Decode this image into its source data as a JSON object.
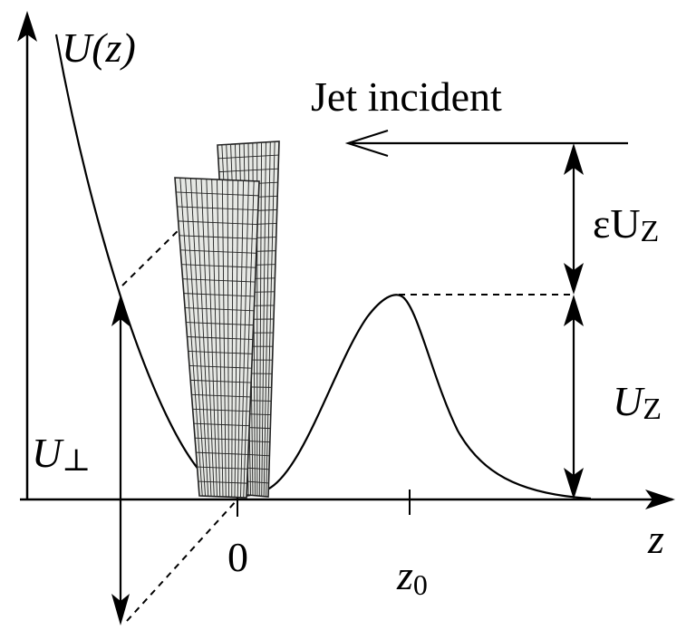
{
  "labels": {
    "y_axis": "U(z)",
    "x_axis": "z",
    "jet": "Jet incident",
    "eps_u": "εU",
    "eps_u_sub": "Z",
    "u_z": "U",
    "u_z_sub": "Z",
    "u_perp": "U",
    "u_perp_sub": "⊥",
    "origin": "0",
    "z0": "z",
    "z0_sub": "0"
  },
  "colors": {
    "ink": "#000000",
    "surface_fill": "#e6e8e4",
    "mesh": "#222222"
  }
}
